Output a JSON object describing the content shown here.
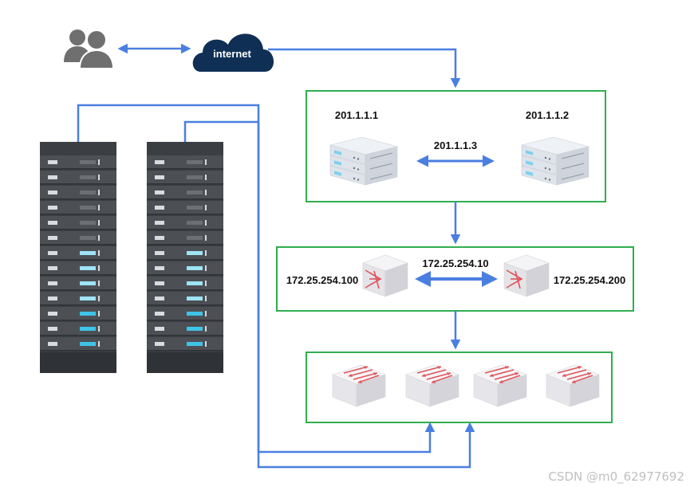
{
  "cloud": {
    "label": "internet"
  },
  "top_box": {
    "left_ip": "201.1.1.1",
    "right_ip": "201.1.1.2",
    "middle_ip": "201.1.1.3"
  },
  "middle_box": {
    "left_ip": "172.25.254.100",
    "middle_ip": "172.25.254.10",
    "right_ip": "172.25.254.200"
  },
  "watermark": "CSDN @m0_62977692",
  "colors": {
    "link_blue": "#4a7fe0",
    "box_green": "#2fae4f",
    "cloud_navy": "#0f2f55",
    "user_gray": "#6f6f6f",
    "rack_dark": "#3b3e42",
    "switch_red": "#e0535a"
  },
  "icons": {
    "users": "users-icon",
    "cloud": "cloud-icon",
    "server": "server-stack-icon",
    "router": "router-icon",
    "switch": "switch-icon",
    "rack": "server-rack-icon"
  }
}
